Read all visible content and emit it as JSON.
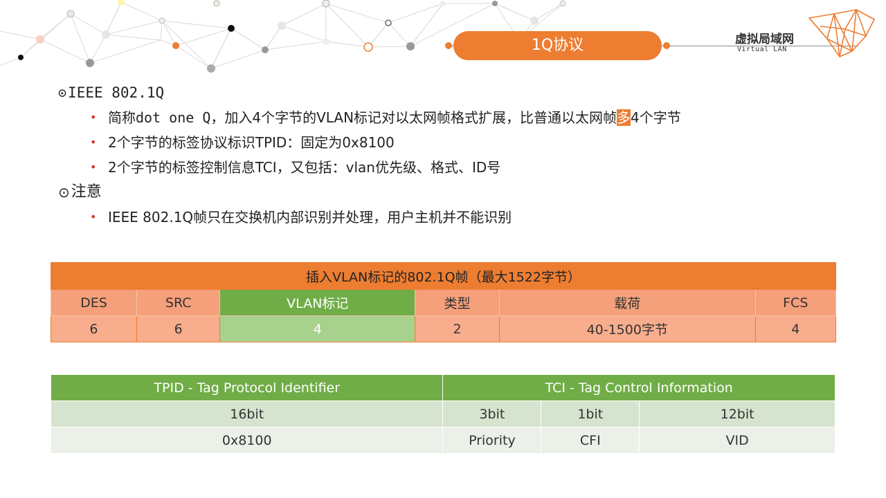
{
  "header": {
    "title": "1Q协议",
    "logo_cn": "虚拟局域网",
    "logo_en": "Virtual LAN"
  },
  "sections": [
    {
      "heading": "IEEE 802.1Q",
      "bullets": [
        {
          "pre_cn": "简称",
          "mono": "dot one Q",
          "post": "，加入4个字节的VLAN标记对以太网帧格式扩展，比普通以太网帧",
          "highlight": "多",
          "tail": "4个字节"
        },
        {
          "text": "2个字节的标签协议标识TPID：固定为0x8100"
        },
        {
          "text": "2个字节的标签控制信息TCI，又包括：vlan优先级、格式、ID号"
        }
      ]
    },
    {
      "heading": "注意",
      "bullets": [
        {
          "text": "IEEE 802.1Q帧只在交换机内部识别并处理，用户主机并不能识别"
        }
      ]
    }
  ],
  "frame_table": {
    "title": "插入VLAN标记的802.1Q帧（最大1522字节）",
    "fields": [
      "DES",
      "SRC",
      "VLAN标记",
      "类型",
      "载荷",
      "FCS"
    ],
    "sizes": [
      "6",
      "6",
      "4",
      "2",
      "40-1500字节",
      "4"
    ]
  },
  "tag_table": {
    "headers": [
      "TPID - Tag Protocol Identifier",
      "TCI - Tag Control Information"
    ],
    "bits": [
      "16bit",
      "3bit",
      "1bit",
      "12bit"
    ],
    "values": [
      "0x8100",
      "Priority",
      "CFI",
      "VID"
    ]
  },
  "colors": {
    "accent_orange": "#ED7D31",
    "accent_green": "#70AD47",
    "bullet_red": "#D0352B"
  }
}
